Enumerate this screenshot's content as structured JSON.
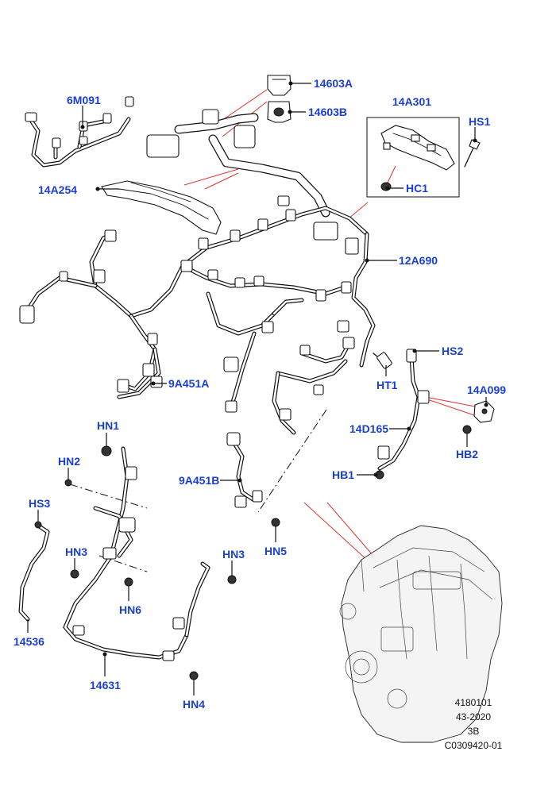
{
  "callouts": {
    "c6M091": "6M091",
    "c14603A": "14603A",
    "c14603B": "14603B",
    "c14A301": "14A301",
    "cHS1": "HS1",
    "cHC1": "HC1",
    "c14A254": "14A254",
    "c12A690": "12A690",
    "cHS2": "HS2",
    "cHT1": "HT1",
    "c9A451A": "9A451A",
    "c14A099": "14A099",
    "c14D165": "14D165",
    "cHB2": "HB2",
    "cHB1": "HB1",
    "cHN1": "HN1",
    "cHN2": "HN2",
    "c9A451B": "9A451B",
    "cHS3": "HS3",
    "cHN5": "HN5",
    "cHN3a": "HN3",
    "cHN3b": "HN3",
    "cHN6": "HN6",
    "c14536": "14536",
    "c14631": "14631",
    "cHN4": "HN4"
  },
  "footer": {
    "line1": "4180101",
    "line2": "43-2020",
    "line3": "3B",
    "line4": "C0309420-01"
  },
  "colors": {
    "callout_text": "#1a3fd6",
    "leader_line": "#111111",
    "red_indicator": "#e0322d"
  }
}
